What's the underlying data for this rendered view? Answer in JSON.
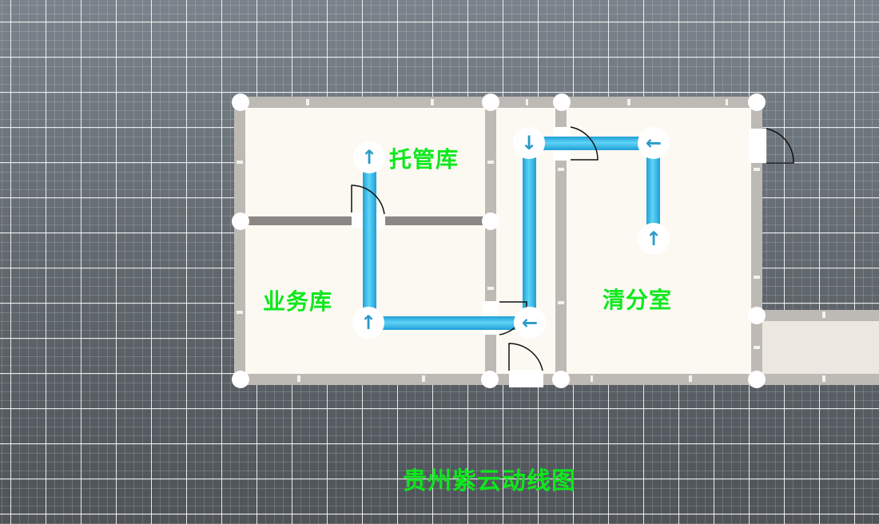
{
  "diagram": {
    "title": "贵州紫云动线图",
    "title_color": "#0ee81c",
    "rooms": [
      {
        "id": "tuoguanku",
        "label": "托管库"
      },
      {
        "id": "yewuku",
        "label": "业务库"
      },
      {
        "id": "qingfenshi",
        "label": "清分室"
      },
      {
        "id": "corridor-left",
        "label": ""
      },
      {
        "id": "corridor-right",
        "label": ""
      }
    ],
    "route": {
      "color": "#35b8e6",
      "arrows": [
        {
          "id": "a1",
          "glyph": "↑",
          "direction": "up"
        },
        {
          "id": "a2",
          "glyph": "↑",
          "direction": "up"
        },
        {
          "id": "a3",
          "glyph": "←",
          "direction": "left"
        },
        {
          "id": "a4",
          "glyph": "↓",
          "direction": "down"
        },
        {
          "id": "a5",
          "glyph": "←",
          "direction": "left"
        },
        {
          "id": "a6",
          "glyph": "↑",
          "direction": "up"
        }
      ]
    },
    "colors": {
      "floor": "#fcf9f2",
      "wall": "#bdbab6",
      "wall_interior": "#8a8784",
      "grid_background": "#6b7279",
      "arrow": "#2b9bc8"
    }
  }
}
